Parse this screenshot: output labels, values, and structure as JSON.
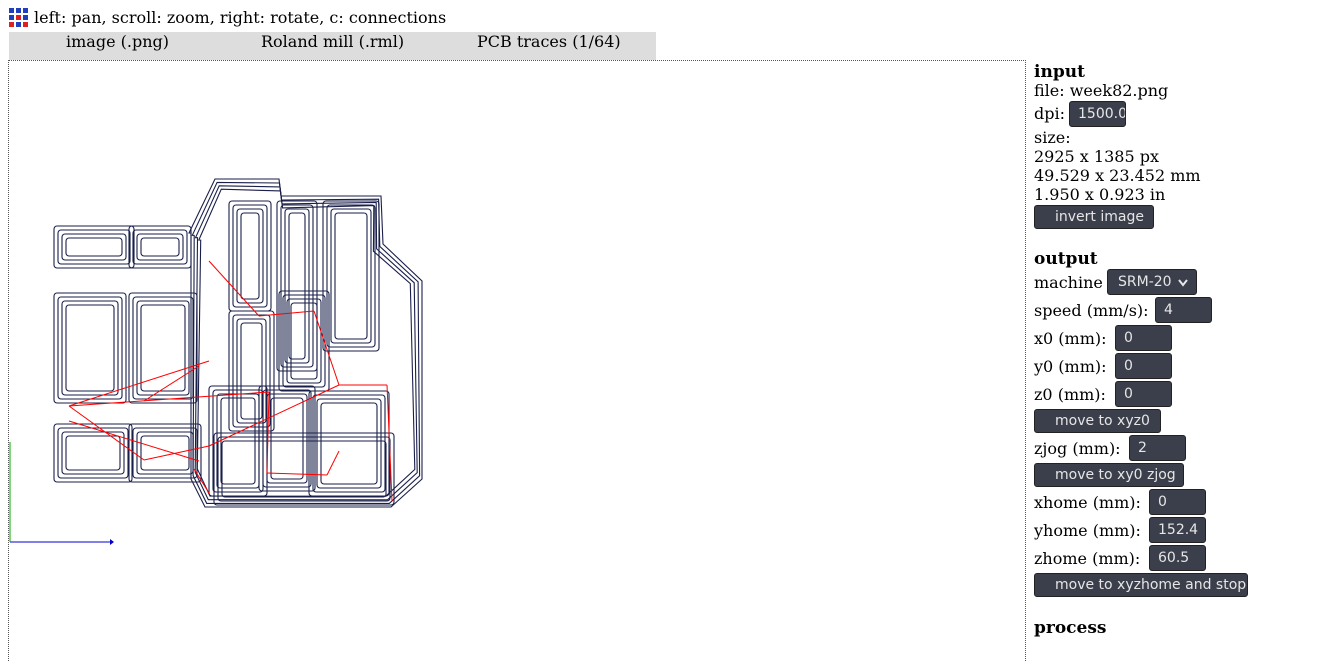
{
  "header": {
    "hint": "left: pan, scroll: zoom, right: rotate, c: connections",
    "logo_icon": "mods-grid-icon"
  },
  "tabs": [
    {
      "label": "image (.png)"
    },
    {
      "label": "Roland mill (.rml)"
    },
    {
      "label": "PCB traces (1/64)"
    }
  ],
  "input": {
    "heading": "input",
    "file": "file: week82.png",
    "dpi_label": "dpi:",
    "dpi_value": "1500.0",
    "size_label": "size:",
    "size_px": "2925 x 1385 px",
    "size_mm": "49.529 x 23.452 mm",
    "size_in": "1.950 x 0.923 in",
    "invert_button": "invert image"
  },
  "output": {
    "heading": "output",
    "machine_label": "machine",
    "machine_value": "SRM-20",
    "speed_label": "speed (mm/s):",
    "speed_value": "4",
    "x0_label": "x0 (mm):",
    "x0_value": "0",
    "y0_label": "y0 (mm):",
    "y0_value": "0",
    "z0_label": "z0 (mm):",
    "z0_value": "0",
    "move_xyz0_button": "move to xyz0",
    "zjog_label": "zjog (mm):",
    "zjog_value": "2",
    "move_xy0_zjog_button": "move to xy0 zjog",
    "xhome_label": "xhome (mm):",
    "xhome_value": "0",
    "yhome_label": "yhome (mm):",
    "yhome_value": "152.4",
    "zhome_label": "zhome (mm):",
    "zhome_value": "60.5",
    "move_home_button": "move to xyzhome and stop"
  },
  "process": {
    "heading": "process"
  },
  "colors": {
    "toolpath": "#1a1f4a",
    "connection": "#ff0000",
    "x_axis": "#0000cc",
    "y_axis": "#00aa00",
    "control_bg": "#3b3f4b",
    "tab_bg": "#dddddd"
  }
}
